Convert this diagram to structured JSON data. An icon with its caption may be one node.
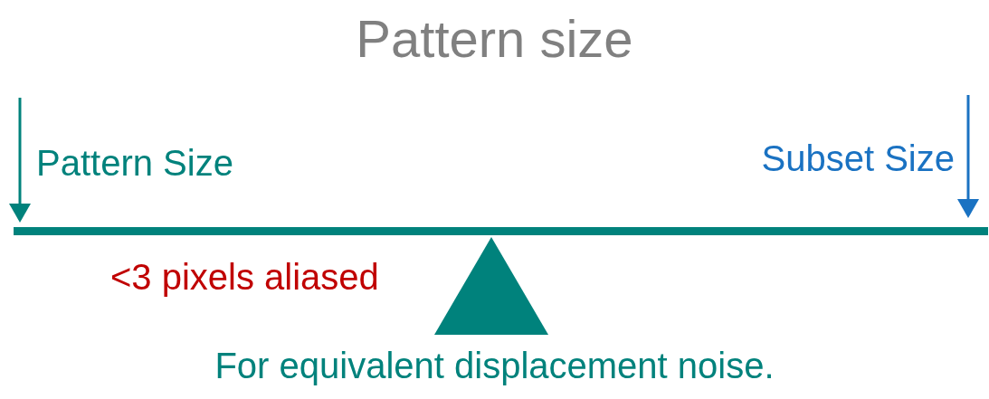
{
  "diagram": {
    "title": "Pattern size",
    "labels": [
      "Pattern Size",
      "Subset Size",
      "<3 pixels aliased",
      "For equivalent displacement noise."
    ]
  }
}
